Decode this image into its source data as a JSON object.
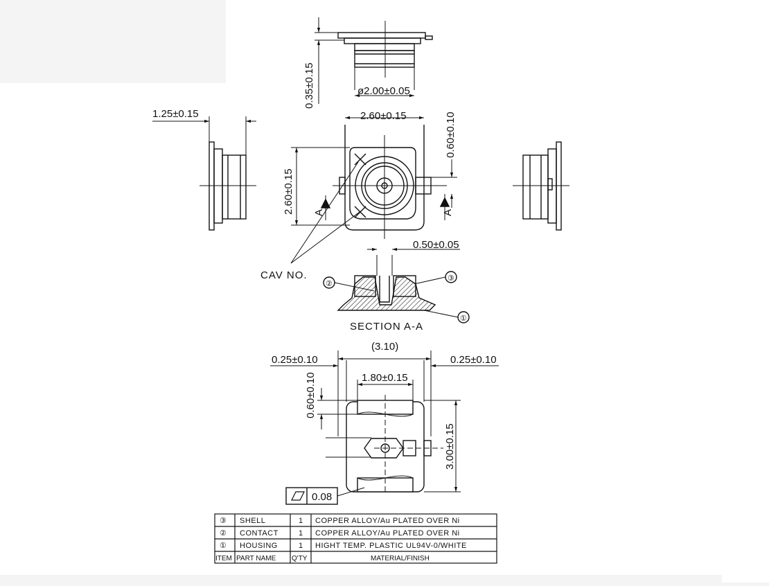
{
  "drawing": {
    "top_view": {
      "height_dim": "0.35±0.15",
      "diameter_dim": "ø2.00±0.05"
    },
    "plan_view": {
      "width_dim": "2.60±0.15",
      "height_dim": "2.60±0.15",
      "offset_dim": "0.60±0.10",
      "section_mark": "A",
      "cav_label": "CAV NO."
    },
    "left_view": {
      "width_dim": "1.25±0.15"
    },
    "section": {
      "width_dim": "0.50±0.05",
      "title": "SECTION A-A",
      "callouts": [
        "①",
        "②",
        "③"
      ]
    },
    "footprint": {
      "overall_dim": "(3.10)",
      "left_dim": "0.25±0.10",
      "right_dim": "0.25±0.10",
      "pad_dim": "1.80±0.15",
      "pad_height_dim": "0.60±0.10",
      "height_dim": "3.00±0.15",
      "flatness_value": "0.08"
    }
  },
  "bom": {
    "header": [
      "ITEM",
      "PART NAME",
      "Q'TY",
      "MATERIAL/FINISH"
    ],
    "rows": [
      {
        "item": "③",
        "part": "SHELL",
        "qty": "1",
        "material": "COPPER ALLOY/Au PLATED OVER Ni"
      },
      {
        "item": "②",
        "part": "CONTACT",
        "qty": "1",
        "material": "COPPER ALLOY/Au PLATED OVER Ni"
      },
      {
        "item": "①",
        "part": "HOUSING",
        "qty": "1",
        "material": "HIGHT TEMP. PLASTIC UL94V-0/WHITE"
      }
    ]
  }
}
